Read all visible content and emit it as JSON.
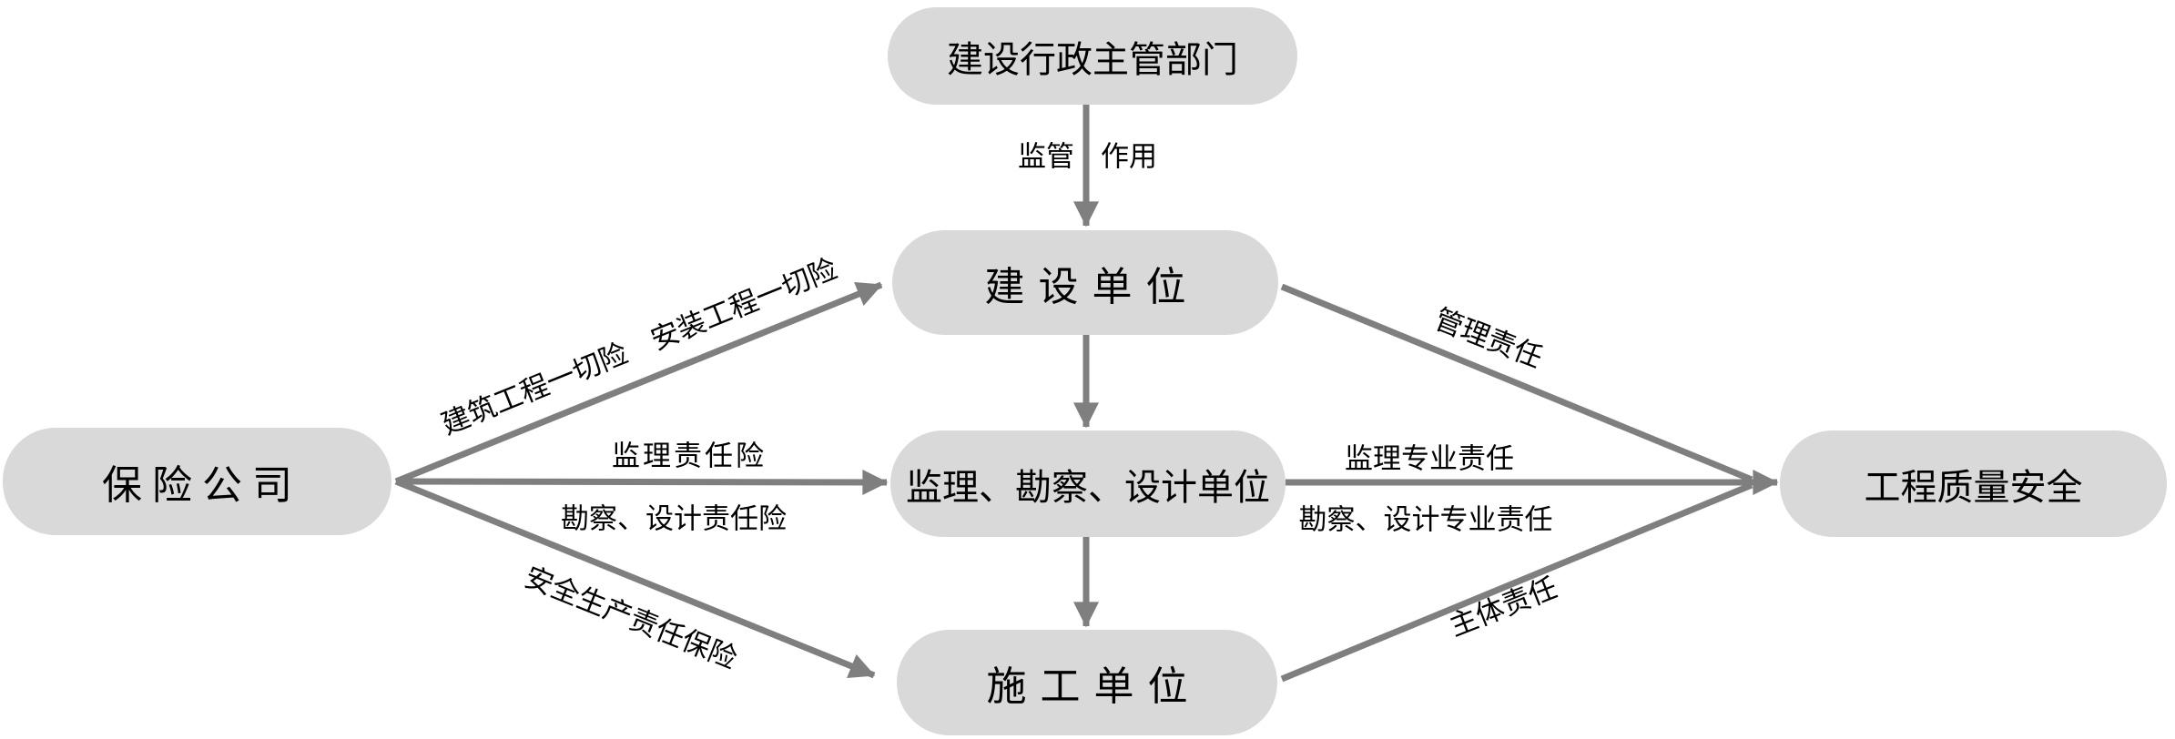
{
  "nodes": {
    "authority": "建设行政主管部门",
    "owner": "建设单位",
    "supervision_survey_design": "监理、勘察、设计单位",
    "contractor": "施工单位",
    "insurance": "保险公司",
    "quality_safety": "工程质量安全"
  },
  "edge_labels": {
    "regulate": "监管",
    "effect": "作用",
    "construction_all_risks": "建筑工程一切险　安装工程一切险",
    "supervision_liability_insurance": "监理责任险",
    "survey_design_liability_insurance": "勘察、设计责任险",
    "work_safety_liability_insurance": "安全生产责任保险",
    "management_responsibility": "管理责任",
    "supervision_professional_responsibility": "监理专业责任",
    "survey_design_professional_responsibility": "勘察、设计专业责任",
    "principal_responsibility": "主体责任"
  },
  "colors": {
    "node_fill": "#d9d9d9",
    "arrow": "#7f7f7f",
    "text": "#000000",
    "background": "#ffffff"
  }
}
